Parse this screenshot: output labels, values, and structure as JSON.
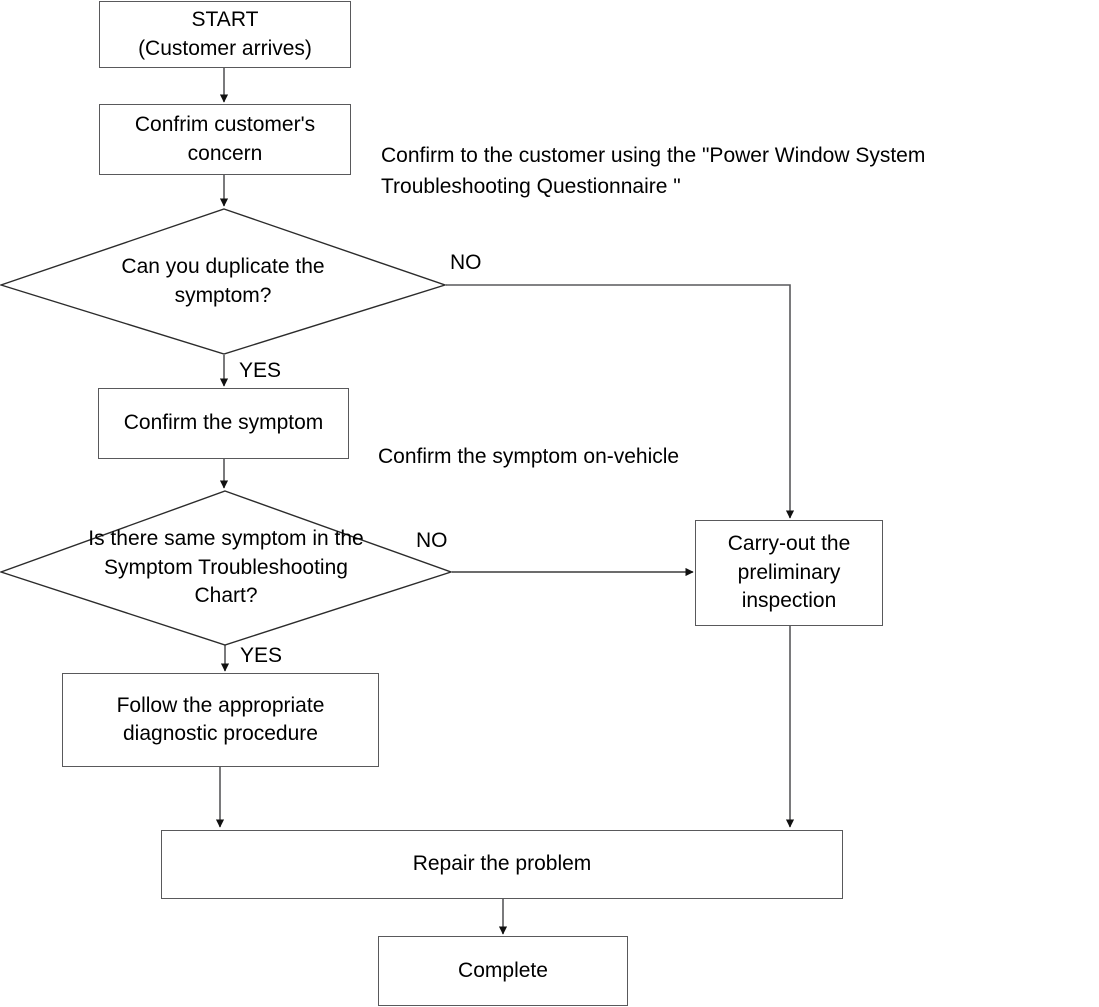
{
  "diagram": {
    "title": "Power Window System troubleshooting flow",
    "type": "flowchart",
    "stroke_color": "#59595b",
    "line_color": "#2b2b2b",
    "text_color": "#000000",
    "background": "#ffffff",
    "nodes": [
      {
        "id": "start",
        "shape": "box",
        "text": "START\n(Customer arrives)"
      },
      {
        "id": "confirm",
        "shape": "box",
        "text": "Confrim customer's\nconcern"
      },
      {
        "id": "duplicate",
        "shape": "diamond",
        "text": "Can you duplicate the\nsymptom?"
      },
      {
        "id": "confirm_sym",
        "shape": "box",
        "text": "Confirm the symptom"
      },
      {
        "id": "same_symptom",
        "shape": "diamond",
        "text": "Is there same symptom in the\nSymptom Troubleshooting\nChart?"
      },
      {
        "id": "preliminary",
        "shape": "box",
        "text": "Carry-out the\npreliminary\ninspection"
      },
      {
        "id": "diagnostic",
        "shape": "box",
        "text": "Follow the appropriate\ndiagnostic procedure"
      },
      {
        "id": "repair",
        "shape": "box",
        "text": "Repair the problem"
      },
      {
        "id": "complete",
        "shape": "box",
        "text": "Complete"
      }
    ],
    "notes": [
      {
        "id": "note_questionnaire",
        "text": "Confirm to the customer using the \"Power Window System\nTroubleshooting Questionnaire \""
      },
      {
        "id": "note_onvehicle",
        "text": "Confirm the symptom on-vehicle"
      }
    ],
    "edge_labels": [
      {
        "id": "duplicate_no",
        "text": "NO"
      },
      {
        "id": "duplicate_yes",
        "text": "YES"
      },
      {
        "id": "same_symptom_no",
        "text": "NO"
      },
      {
        "id": "same_symptom_yes",
        "text": "YES"
      }
    ],
    "edges": [
      {
        "from": "start",
        "to": "confirm",
        "label": ""
      },
      {
        "from": "confirm",
        "to": "duplicate",
        "label": ""
      },
      {
        "from": "duplicate",
        "to": "confirm_sym",
        "label": "YES"
      },
      {
        "from": "duplicate",
        "to": "preliminary",
        "label": "NO"
      },
      {
        "from": "confirm_sym",
        "to": "same_symptom",
        "label": ""
      },
      {
        "from": "same_symptom",
        "to": "diagnostic",
        "label": "YES"
      },
      {
        "from": "same_symptom",
        "to": "preliminary",
        "label": "NO"
      },
      {
        "from": "diagnostic",
        "to": "repair",
        "label": ""
      },
      {
        "from": "preliminary",
        "to": "repair",
        "label": ""
      },
      {
        "from": "repair",
        "to": "complete",
        "label": ""
      }
    ]
  }
}
